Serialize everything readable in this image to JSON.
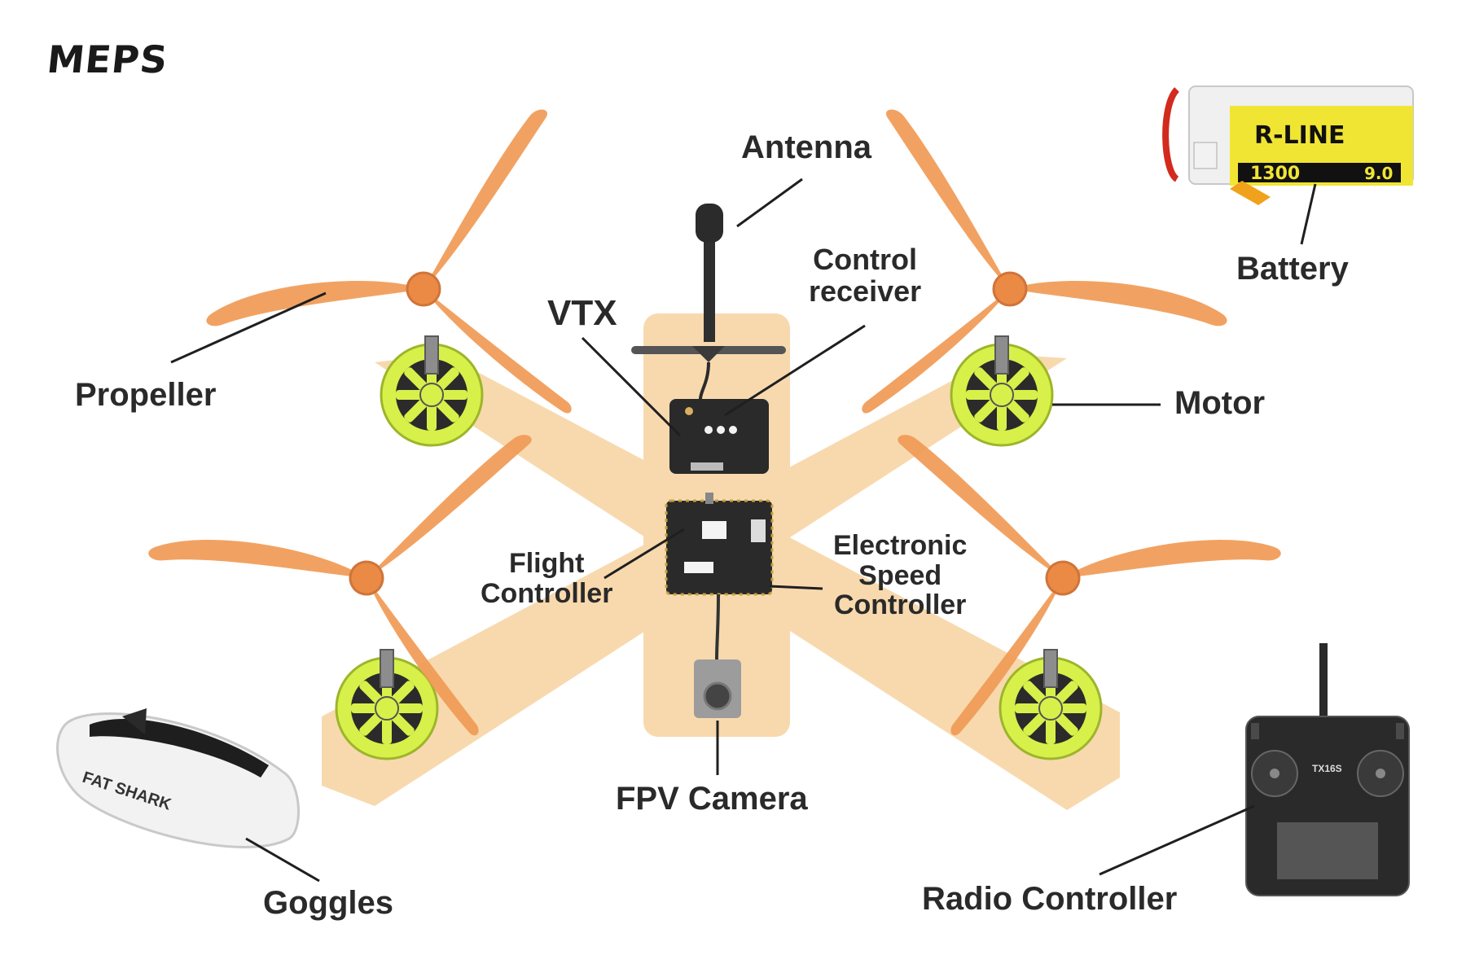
{
  "logo": "MEPS",
  "labels": {
    "antenna": "Antenna",
    "control_receiver": "Control\nreceiver",
    "vtx": "VTX",
    "propeller": "Propeller",
    "motor": "Motor",
    "battery": "Battery",
    "flight_controller": "Flight\nController",
    "esc": "Electronic\nSpeed\nController",
    "fpv_camera": "FPV Camera",
    "goggles": "Goggles",
    "radio_controller": "Radio Controller"
  },
  "product_text": {
    "battery_brand": "R-LINE",
    "battery_capacity": "1300",
    "battery_version": "9.0",
    "goggles_brand": "FAT SHARK",
    "radio_model": "TX16S"
  },
  "colors": {
    "frame": "#f8d9ae",
    "propeller": "#f09a55",
    "motor": "#d8f04a",
    "label": "#2a2a2a"
  }
}
